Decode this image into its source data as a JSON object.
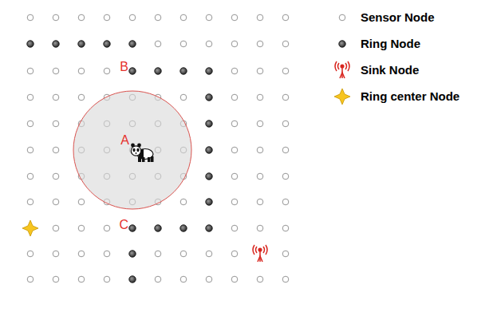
{
  "diagram": {
    "labels": [
      "A",
      "B",
      "C"
    ],
    "legend": [
      {
        "text": "Sensor Node"
      },
      {
        "text": "Ring Node"
      },
      {
        "text": "Sink Node"
      },
      {
        "text": "Ring center Node"
      }
    ]
  }
}
